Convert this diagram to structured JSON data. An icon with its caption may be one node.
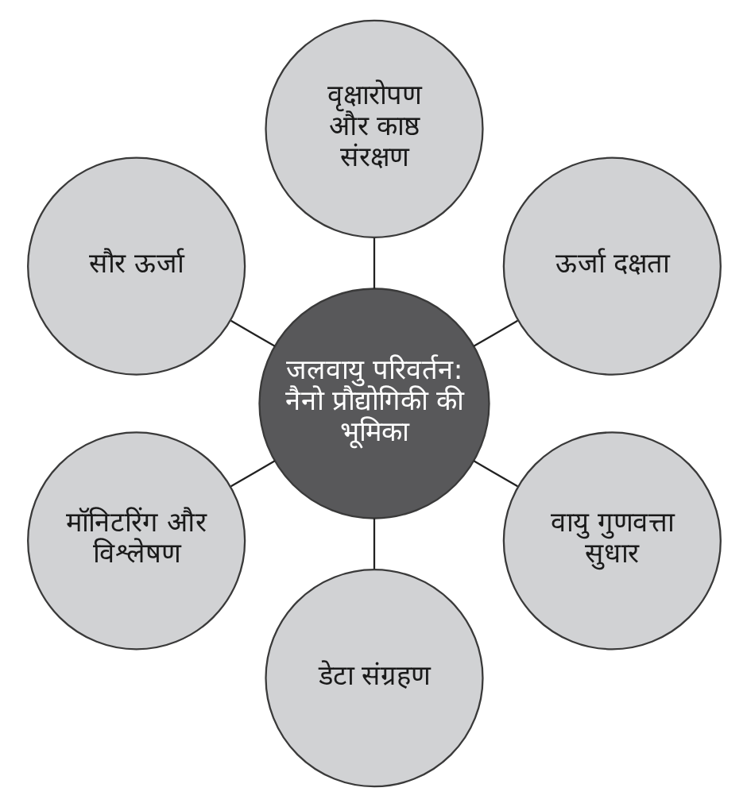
{
  "diagram": {
    "nodes": [
      {
        "text": [
          "वृक्षारोपण और काष्ठ संरक्षण"
        ]
      },
      {
        "text": [
          "सौर ऊर्जा"
        ]
      },
      {
        "text": [
          "ऊर्जा दक्षता"
        ]
      },
      {
        "text": [
          "जलवायु परिवर्तन: नैनो प्रौद्योगिकी की भूमिका"
        ]
      },
      {
        "text": [
          "मॉनिटरिंग और विश्लेषण"
        ]
      },
      {
        "text": [
          "वायु गुणवत्ता सुधार"
        ]
      },
      {
        "text": [
          "डेटा संग्रहण"
        ]
      }
    ],
    "edges": [
      {
        "from": 3,
        "to": 0,
        "arrow": "none"
      },
      {
        "from": 3,
        "to": 2,
        "arrow": "none"
      },
      {
        "from": 3,
        "to": 5,
        "arrow": "none"
      },
      {
        "from": 3,
        "to": 6,
        "arrow": "none"
      },
      {
        "from": 3,
        "to": 4,
        "arrow": "none"
      },
      {
        "from": 3,
        "to": 1,
        "arrow": "none"
      }
    ]
  }
}
